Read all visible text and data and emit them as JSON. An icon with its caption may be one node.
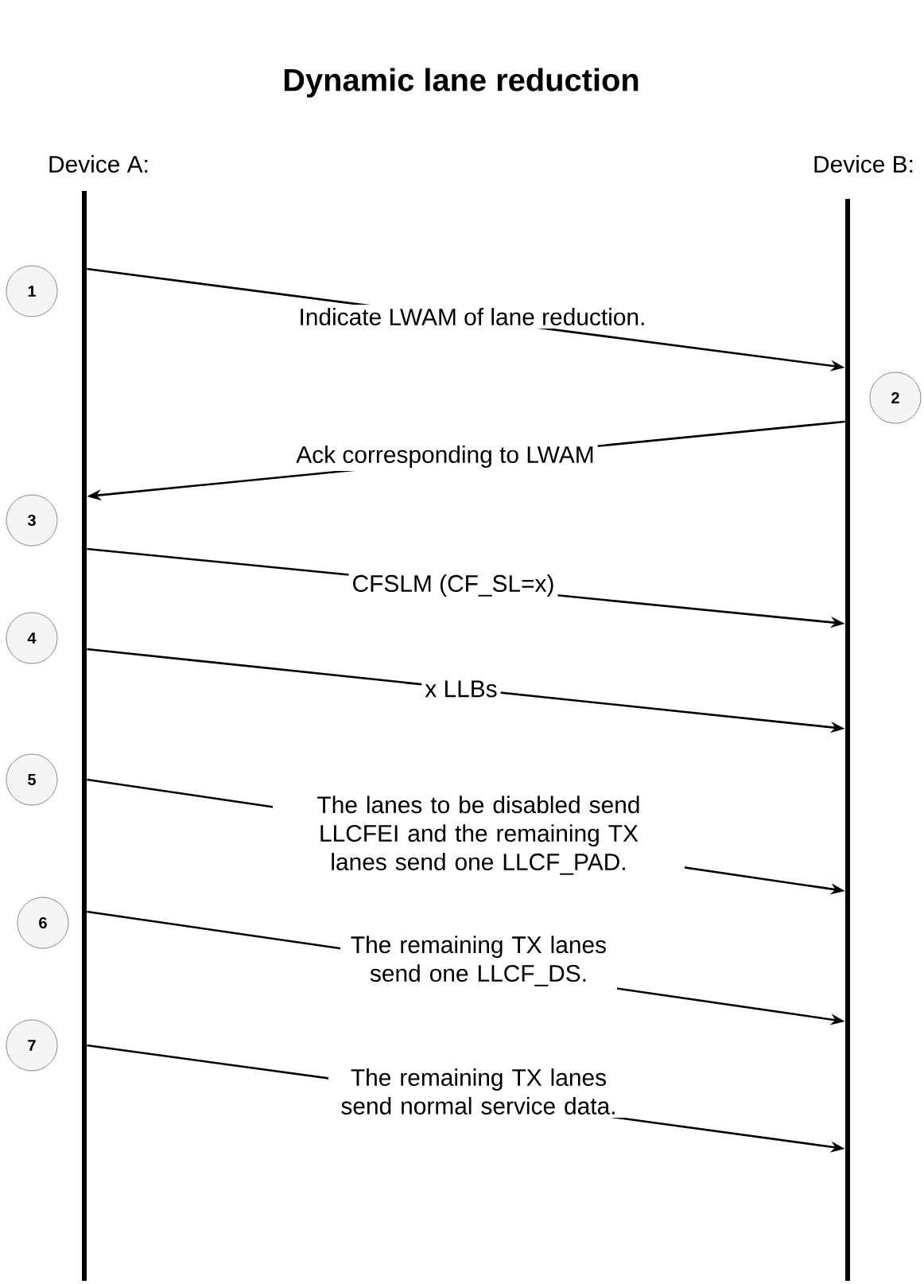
{
  "diagram": {
    "title": "Dynamic lane reduction",
    "nodes": [
      {
        "text": [
          "Device A:"
        ]
      },
      {
        "text": [
          "Device B:"
        ]
      }
    ],
    "edges": [
      {
        "from": 0,
        "to": 1,
        "arrow": "to",
        "label": "Indicate LWAM of lane reduction."
      },
      {
        "from": 1,
        "to": 0,
        "arrow": "to",
        "label": "Ack corresponding to LWAM"
      },
      {
        "from": 0,
        "to": 1,
        "arrow": "to",
        "label": "CFSLM (CF_SL=x)"
      },
      {
        "from": 0,
        "to": 1,
        "arrow": "to",
        "label": "x LLBs"
      },
      {
        "from": 0,
        "to": 1,
        "arrow": "to",
        "label": "The lanes to be disabled send LLCFEI and the remaining TX lanes send one LLCF_PAD."
      },
      {
        "from": 0,
        "to": 1,
        "arrow": "to",
        "label": "The remaining TX lanes send one LLCF_DS."
      },
      {
        "from": 0,
        "to": 1,
        "arrow": "to",
        "label": "The remaining TX lanes send normal service data."
      }
    ],
    "labels": [
      "1",
      "2",
      "3",
      "4",
      "5",
      "6",
      "7"
    ]
  }
}
